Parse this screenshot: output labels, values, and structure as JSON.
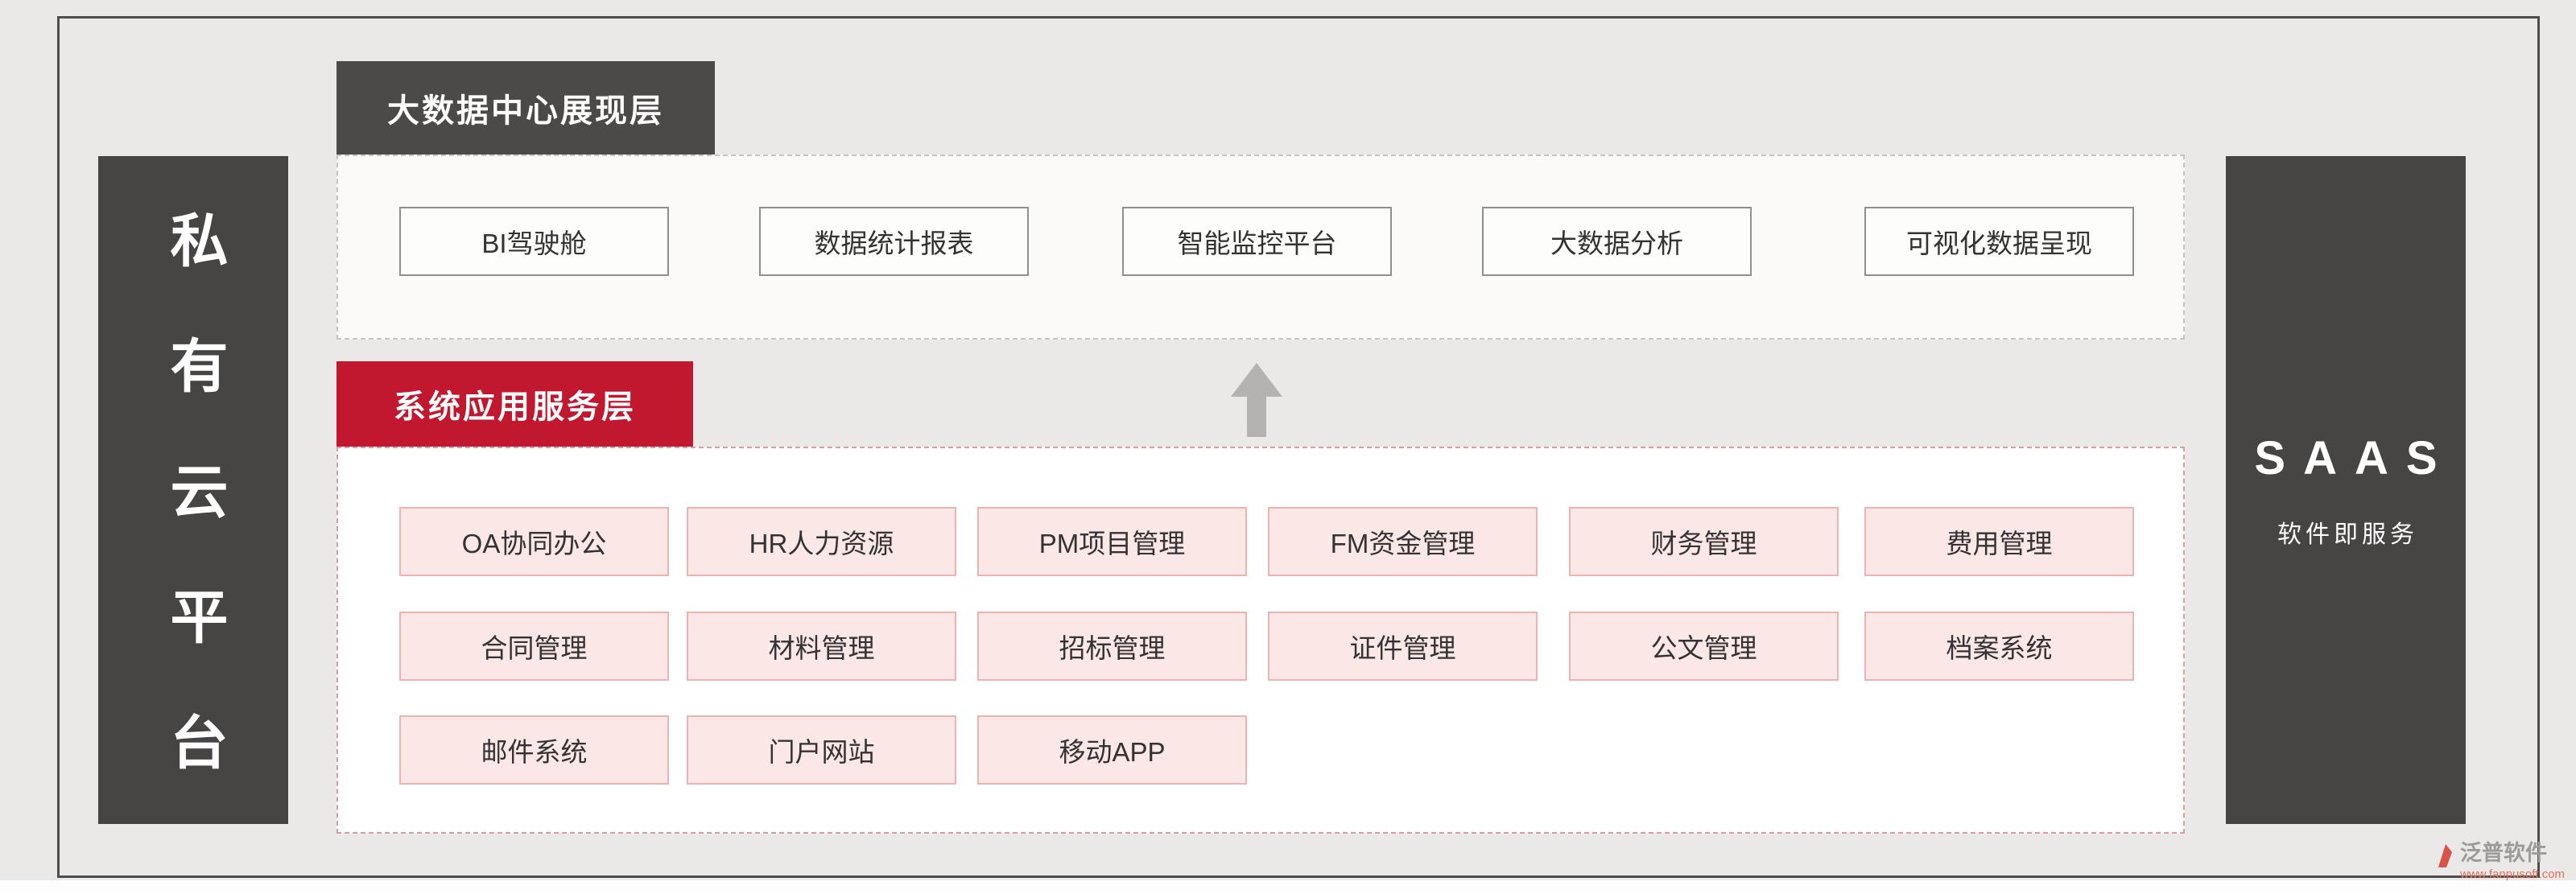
{
  "left_pillar": {
    "label": "私有云平台"
  },
  "right_pillar": {
    "title": "SAAS",
    "subtitle": "软件即服务"
  },
  "presentation_layer": {
    "title": "大数据中心展现层",
    "items": [
      "BI驾驶舱",
      "数据统计报表",
      "智能监控平台",
      "大数据分析",
      "可视化数据呈现"
    ]
  },
  "service_layer": {
    "title": "系统应用服务层",
    "items": [
      "OA协同办公",
      "HR人力资源",
      "PM项目管理",
      "FM资金管理",
      "财务管理",
      "费用管理",
      "合同管理",
      "材料管理",
      "招标管理",
      "证件管理",
      "公文管理",
      "档案系统",
      "邮件系统",
      "门户网站",
      "移动APP"
    ]
  },
  "watermark": {
    "brand": "泛普软件",
    "url": "www.fanpusoft.com"
  },
  "colors": {
    "background": "#ebe9e7",
    "dark_gray": "#464544",
    "accent_red": "#c2182f",
    "pink_button_bg": "#fbe7e6",
    "pink_button_border": "#eeb2b0",
    "arrow_gray": "#b5b3b1"
  }
}
